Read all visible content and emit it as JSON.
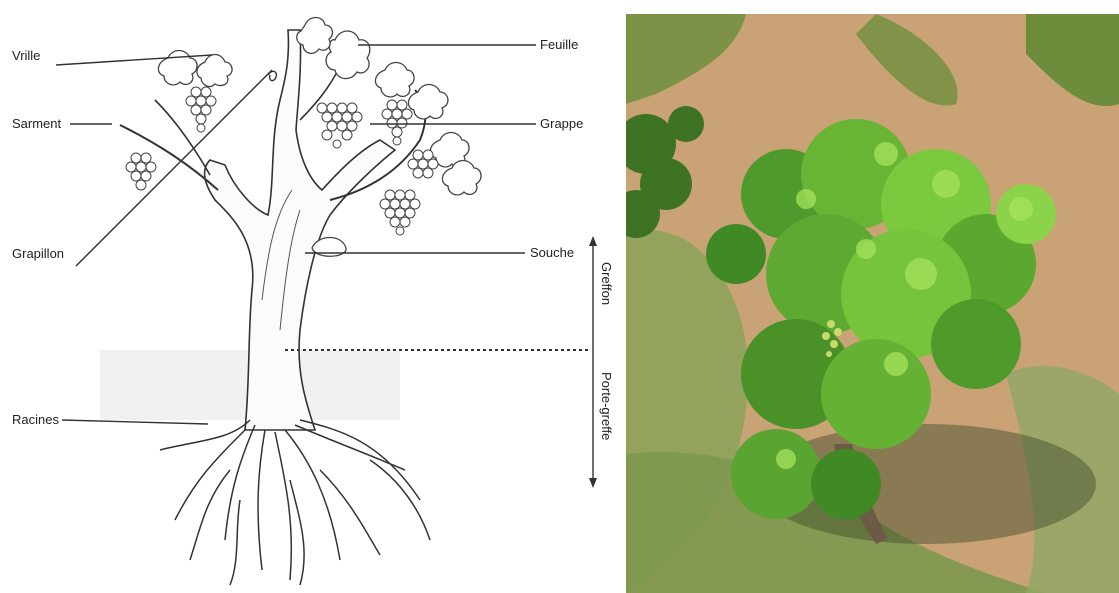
{
  "diagram": {
    "labels": {
      "vrille": "Vrille",
      "sarment": "Sarment",
      "grapillon": "Grapillon",
      "racines": "Racines",
      "feuille": "Feuille",
      "grappe": "Grappe",
      "souche": "Souche",
      "greffon": "Greffon",
      "porte_greffe": "Porte-greffe"
    }
  },
  "photo": {
    "colors": {
      "soil": "#c7a071",
      "grass": "#7f9a52",
      "leaf_light": "#86d23f",
      "leaf_dark": "#3f8a24",
      "shadow": "#3b4a2a"
    }
  }
}
